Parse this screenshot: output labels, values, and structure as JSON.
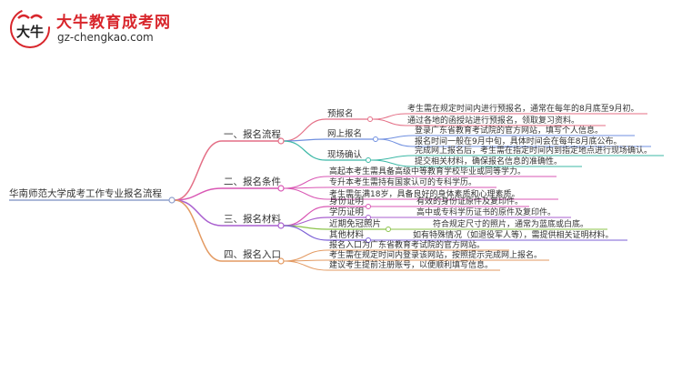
{
  "logo": {
    "mark_text": "大牛",
    "title": "大牛教育成考网",
    "url": "gz-chengkao.com"
  },
  "mindmap": {
    "root": "华南师范大学成考工作专业报名流程",
    "branches": [
      {
        "label": "一、报名流程",
        "color": "#e46f86",
        "children": [
          {
            "label": "预报名",
            "leaves": [
              "考生需在规定时间内进行预报名，通常在每年的8月底至9月初。",
              "通过各地的函授站进行预报名，领取复习资料。"
            ]
          },
          {
            "label": "网上报名",
            "leaves": [
              "登录广东省教育考试院的官方网站，填写个人信息。",
              "报名时间一般在9月中旬，具体时间会在每年8月底公布。"
            ]
          },
          {
            "label": "现场确认",
            "leaves": [
              "完成网上报名后，考生需在指定时间内到指定地点进行现场确认。",
              "提交相关材料，确保报名信息的准确性。"
            ]
          }
        ]
      },
      {
        "label": "二、报名条件",
        "color": "#d957b4",
        "children": [
          {
            "label": "高起本考生需具备高级中等教育学校毕业或同等学力。",
            "leaves": []
          },
          {
            "label": "专升本考生需持有国家认可的专科学历。",
            "leaves": []
          },
          {
            "label": "考生需年满18岁，具备良好的身体素质和心理素质。",
            "leaves": []
          }
        ]
      },
      {
        "label": "三、报名材料",
        "color": "#a95fcf",
        "children": [
          {
            "label": "身份证明",
            "leaves": [
              "有效的身份证原件及复印件。"
            ]
          },
          {
            "label": "学历证明",
            "leaves": [
              "高中或专科学历证书的原件及复印件。"
            ]
          },
          {
            "label": "近期免冠照片",
            "leaves": [
              "符合规定尺寸的照片，通常为蓝底或白底。"
            ]
          },
          {
            "label": "其他材料",
            "leaves": [
              "如有特殊情况（如退役军人等），需提供相关证明材料。"
            ]
          }
        ]
      },
      {
        "label": "四、报名入口",
        "color": "#e39a62",
        "children": [
          {
            "label": "报名入口为广东省教育考试院的官方网站。",
            "leaves": []
          },
          {
            "label": "考生需在规定时间内登录该网站，按照提示完成网上报名。",
            "leaves": []
          },
          {
            "label": "建议考生提前注册账号，以便顺利填写信息。",
            "leaves": []
          }
        ]
      }
    ],
    "colors": {
      "root_line": "#8fa0cc",
      "branch_1": "#e46f86",
      "branch_2": "#d957b4",
      "branch_3": "#a95fcf",
      "branch_4": "#e39a62",
      "sub_blue": "#6f8fe0",
      "sub_teal": "#3cb8a6",
      "sub_green": "#8bc34a",
      "sub_purple": "#7b5fd6"
    }
  }
}
